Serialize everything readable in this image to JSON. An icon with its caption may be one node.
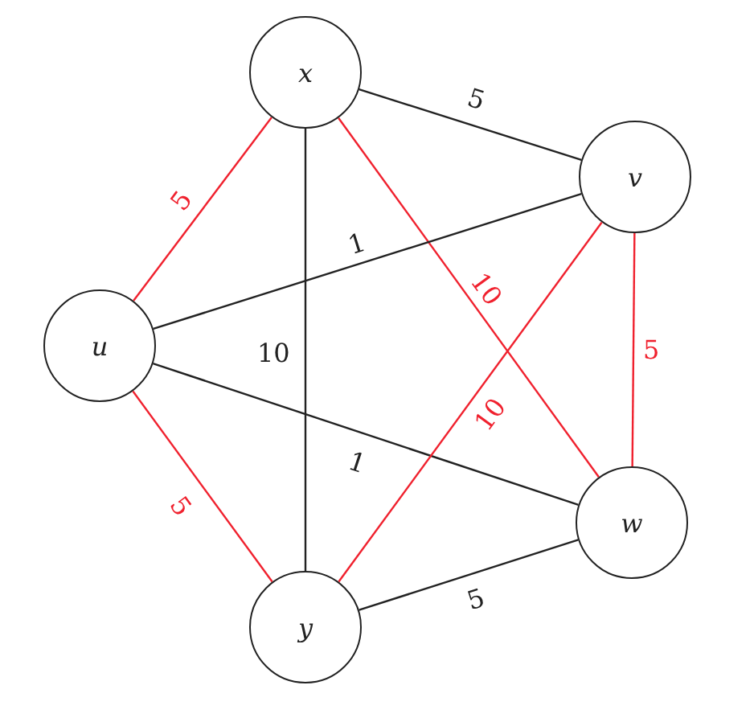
{
  "diagram": {
    "nodes": [
      {
        "text": [
          "x"
        ]
      },
      {
        "text": [
          "v"
        ]
      },
      {
        "text": [
          "u"
        ]
      },
      {
        "text": [
          "w"
        ]
      },
      {
        "text": [
          "y"
        ]
      }
    ],
    "edges": [
      {
        "from": 0,
        "to": 1,
        "arrow": "none",
        "label": "5"
      },
      {
        "from": 0,
        "to": 2,
        "arrow": "none",
        "label": "5",
        "color": "#f0212e"
      },
      {
        "from": 0,
        "to": 4,
        "arrow": "none",
        "label": "10"
      },
      {
        "from": 0,
        "to": 3,
        "arrow": "none",
        "label": "10",
        "color": "#f0212e"
      },
      {
        "from": 2,
        "to": 1,
        "arrow": "none",
        "label": "1"
      },
      {
        "from": 2,
        "to": 3,
        "arrow": "none",
        "label": "1"
      },
      {
        "from": 2,
        "to": 4,
        "arrow": "none",
        "label": "5",
        "color": "#f0212e"
      },
      {
        "from": 1,
        "to": 4,
        "arrow": "none",
        "label": "10",
        "color": "#f0212e"
      },
      {
        "from": 1,
        "to": 3,
        "arrow": "none",
        "label": "5",
        "color": "#f0212e"
      },
      {
        "from": 4,
        "to": 3,
        "arrow": "none",
        "label": "5"
      }
    ]
  }
}
